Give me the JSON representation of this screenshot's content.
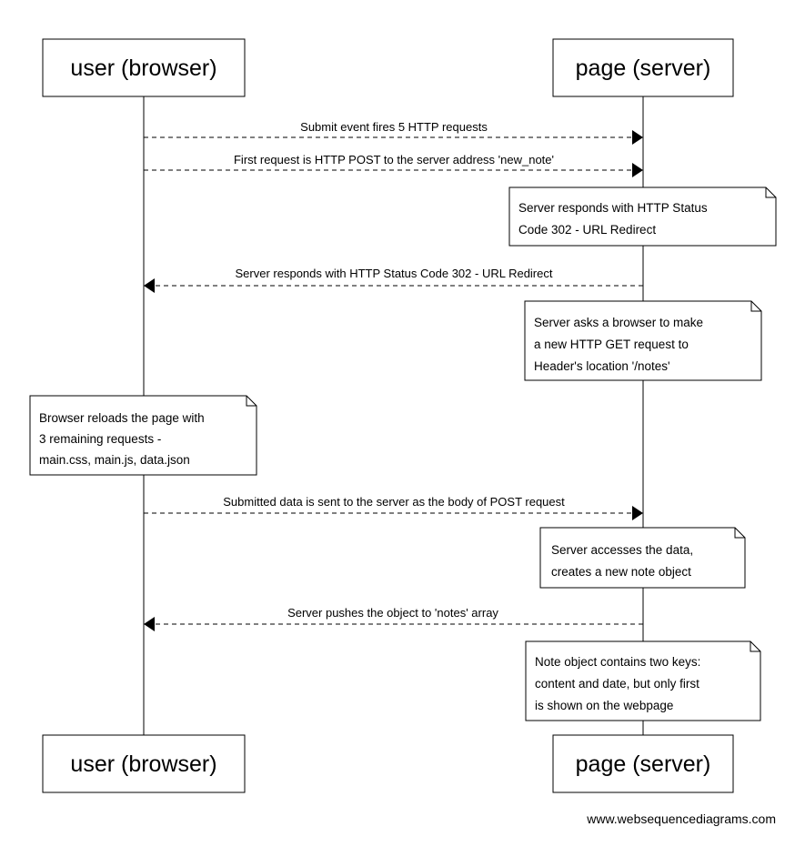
{
  "participants": {
    "user": "user (browser)",
    "server": "page (server)"
  },
  "messages": [
    {
      "text": "Submit event fires 5 HTTP requests",
      "direction": "user-to-server",
      "line": "dashed"
    },
    {
      "text": "First request is HTTP POST to the server address 'new_note'",
      "direction": "user-to-server",
      "line": "dashed"
    },
    {
      "text": "Server responds with HTTP Status Code 302 - URL Redirect",
      "direction": "server-to-user",
      "line": "dashed"
    },
    {
      "text": "Submitted data is sent to the server as the body of POST request",
      "direction": "user-to-server",
      "line": "dashed"
    },
    {
      "text": "Server pushes the object to 'notes' array",
      "direction": "server-to-user",
      "line": "dashed"
    }
  ],
  "notes": [
    {
      "participant": "server",
      "lines": [
        "Server responds with HTTP Status",
        "Code 302 - URL Redirect"
      ]
    },
    {
      "participant": "server",
      "lines": [
        "Server asks a browser to make",
        "a new HTTP GET request to",
        "Header's location '/notes'"
      ]
    },
    {
      "participant": "user",
      "lines": [
        "Browser reloads the page with",
        "3 remaining requests -",
        "main.css, main.js, data.json"
      ]
    },
    {
      "participant": "server",
      "lines": [
        "Server accesses the data,",
        "creates a new note object"
      ]
    },
    {
      "participant": "server",
      "lines": [
        "Note object contains two keys:",
        "content and date, but only first",
        "is shown on the webpage"
      ]
    }
  ],
  "footer": {
    "watermark": "www.websequencediagrams.com"
  }
}
